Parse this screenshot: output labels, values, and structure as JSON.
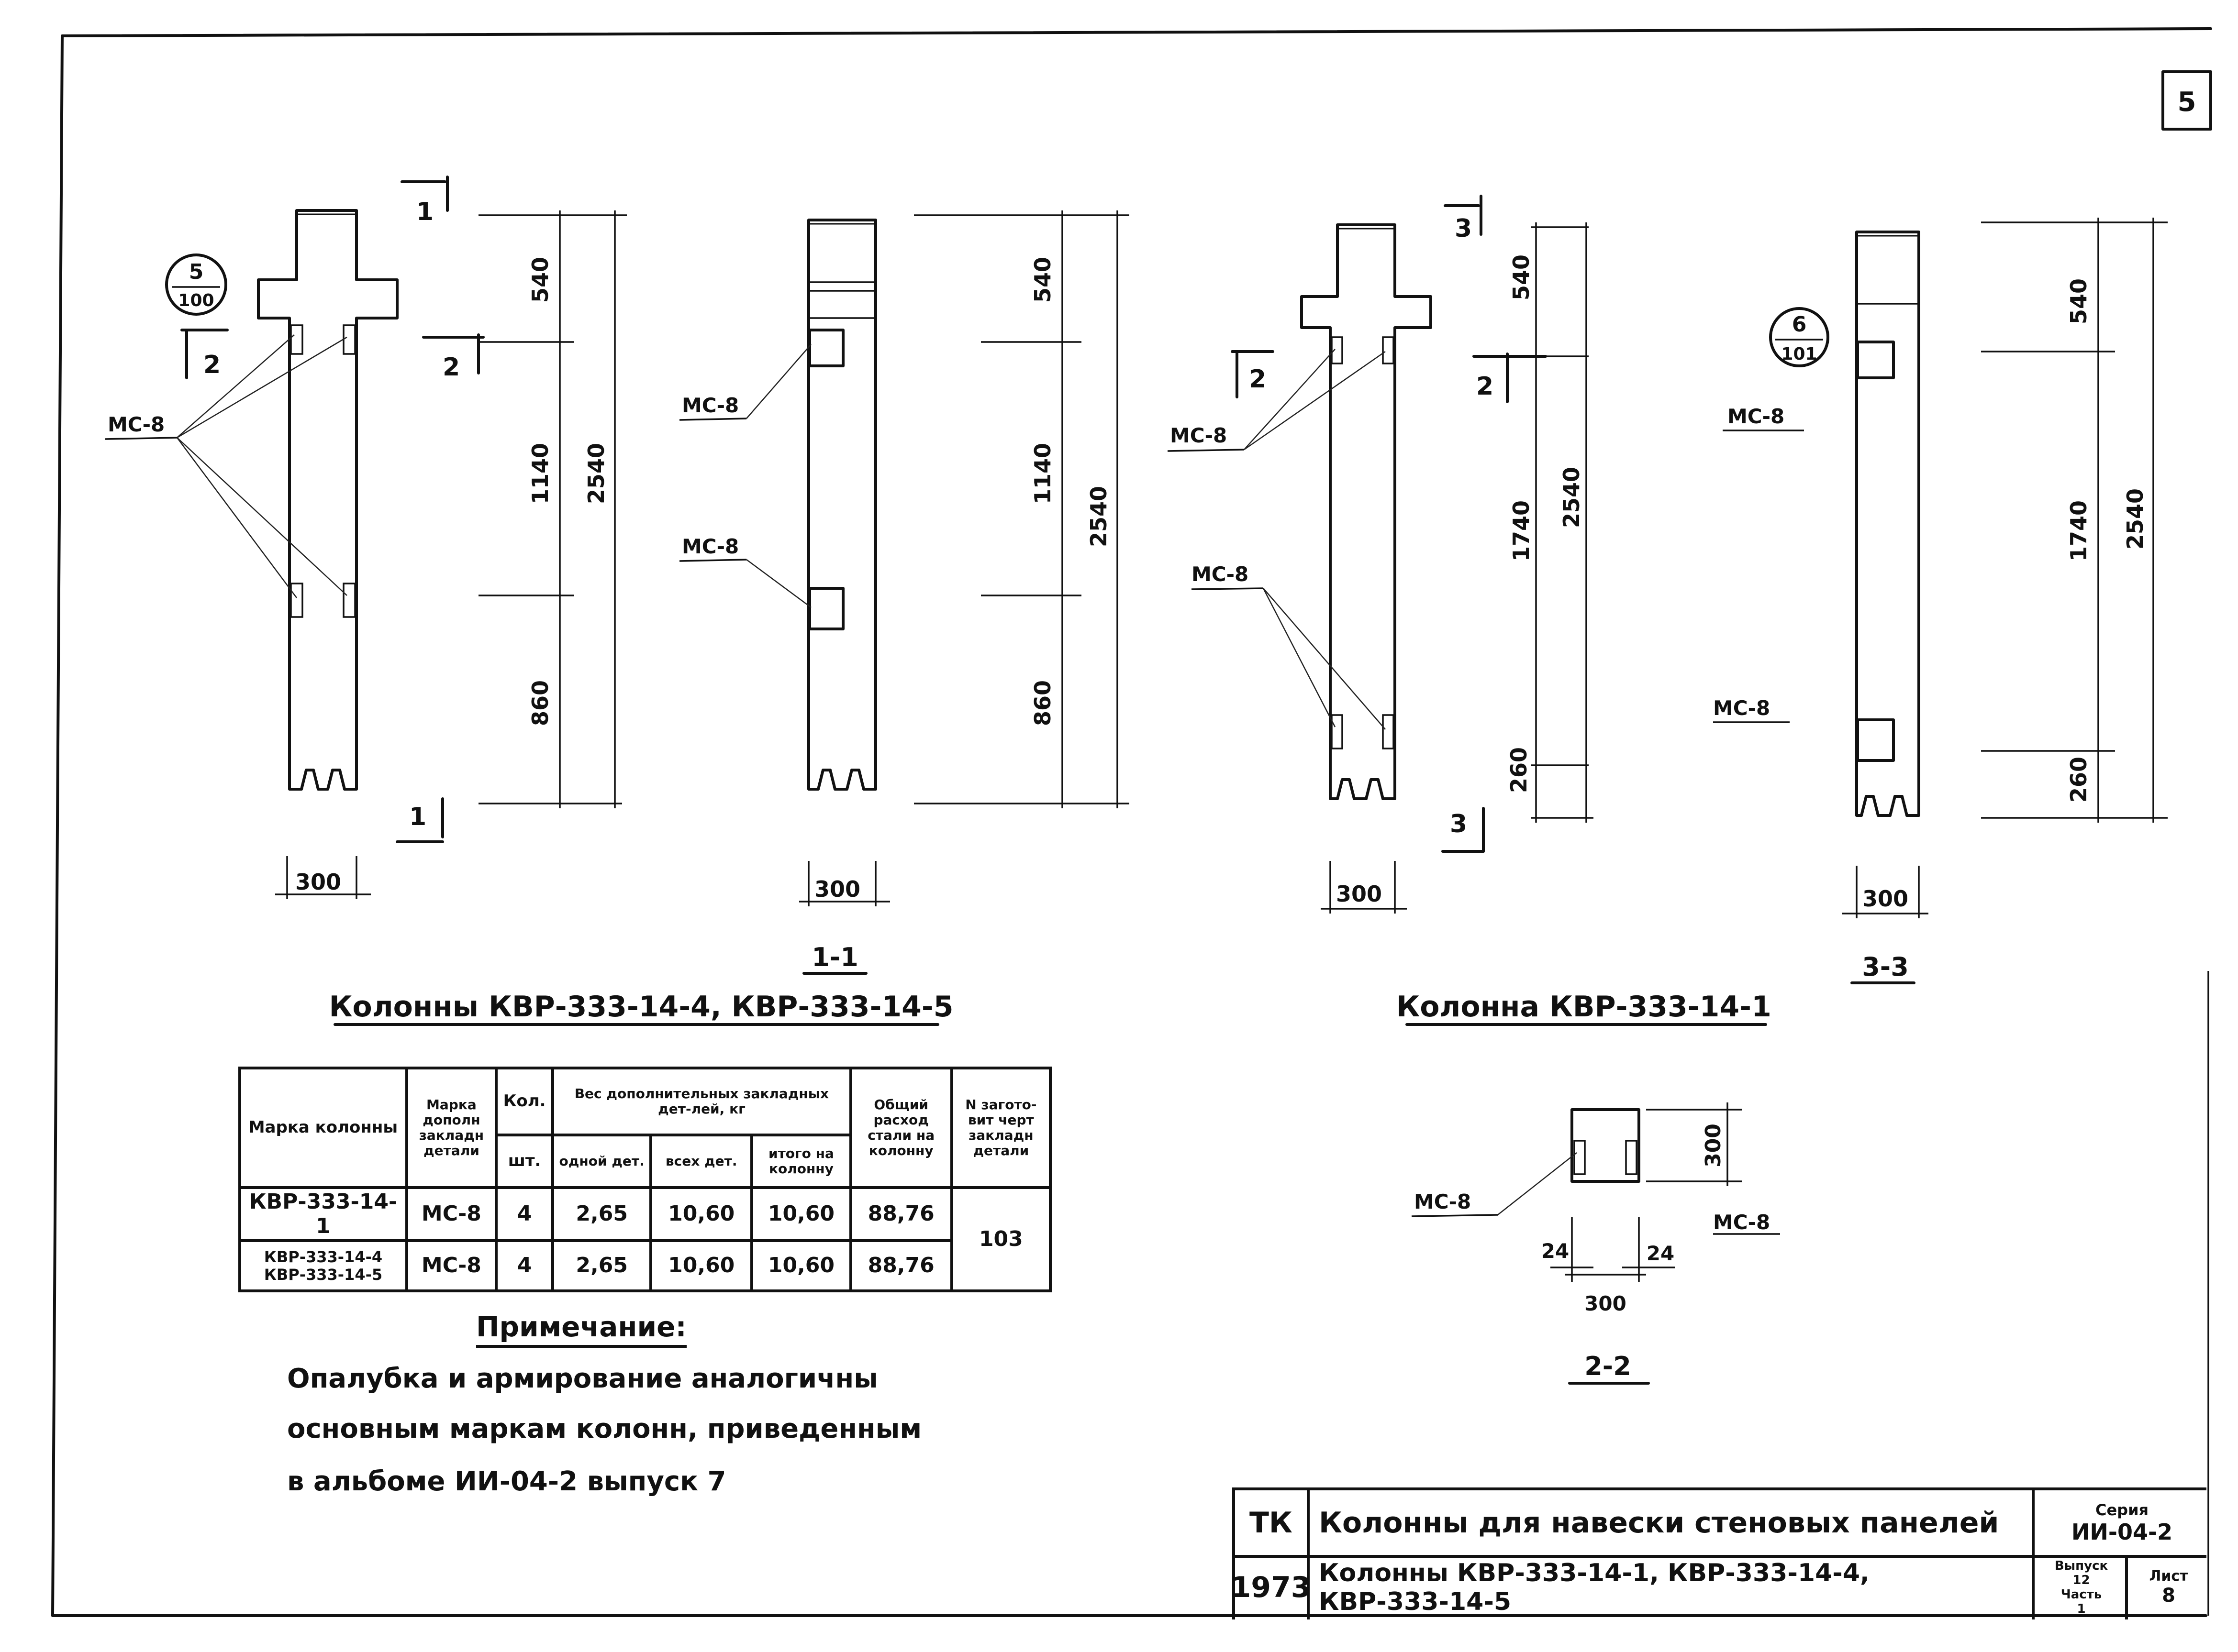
{
  "sheet": {
    "corner_mark": "5"
  },
  "views": {
    "section_callout_left": {
      "num": "5",
      "den": "100"
    },
    "section_callout_right": {
      "num": "6",
      "den": "101"
    },
    "section_marks": {
      "s1": "1",
      "s2": "2",
      "s3": "3"
    },
    "embedded_part_label": "МС-8",
    "dims_a": {
      "d540": "540",
      "d1140": "1140",
      "d860": "860",
      "d2540": "2540",
      "w300": "300"
    },
    "dims_b": {
      "d540": "540",
      "d1740": "1740",
      "d260": "260",
      "d2540": "2540",
      "w300": "300"
    },
    "section_1_1": "1-1",
    "section_3_3": "3-3",
    "section_2_2": "2-2",
    "caption_left": "Колонны КВР-333-14-4, КВР-333-14-5",
    "caption_right": "Колонна КВР-333-14-1",
    "sec22_dims": {
      "h300": "300",
      "w300": "300",
      "c24a": "24",
      "c24b": "24"
    }
  },
  "table": {
    "head": {
      "mark": "Марка колонны",
      "mark_part": "Марка дополн закладн детали",
      "qty": "Кол.",
      "qty_unit": "шт.",
      "weight_group": "Вес дополнительных закладных дет-лей, кг",
      "w_one": "одной дет.",
      "w_all": "всех дет.",
      "w_total": "итого на колонну",
      "steel": "Общий расход стали на колонну",
      "drawing": "N загото-вит черт закладн детали"
    },
    "rows": [
      {
        "mark": "КВР-333-14-1",
        "part": "МС-8",
        "qty": "4",
        "w_one": "2,65",
        "w_all": "10,60",
        "w_total": "10,60",
        "steel": "88,76"
      },
      {
        "mark": "КВР-333-14-4\nКВР-333-14-5",
        "part": "МС-8",
        "qty": "4",
        "w_one": "2,65",
        "w_all": "10,60",
        "w_total": "10,60",
        "steel": "88,76"
      }
    ],
    "drawing_no": "103"
  },
  "note": {
    "title": "Примечание:",
    "lines": [
      "Опалубка и армирование аналогичны",
      "основным маркам колонн, приведенным",
      "в альбоме ИИ-04-2 выпуск 7"
    ]
  },
  "title_block": {
    "org": "ТК",
    "year": "1973",
    "title_1": "Колонны для навески стеновых панелей",
    "title_2": "Колонны КВР-333-14-1, КВР-333-14-4, КВР-333-14-5",
    "series_label": "Серия",
    "series": "ИИ-04-2",
    "issue_label": "Выпуск",
    "issue": "12",
    "part_label": "Часть",
    "part": "1",
    "sheet_label": "Лист",
    "sheet": "8"
  }
}
